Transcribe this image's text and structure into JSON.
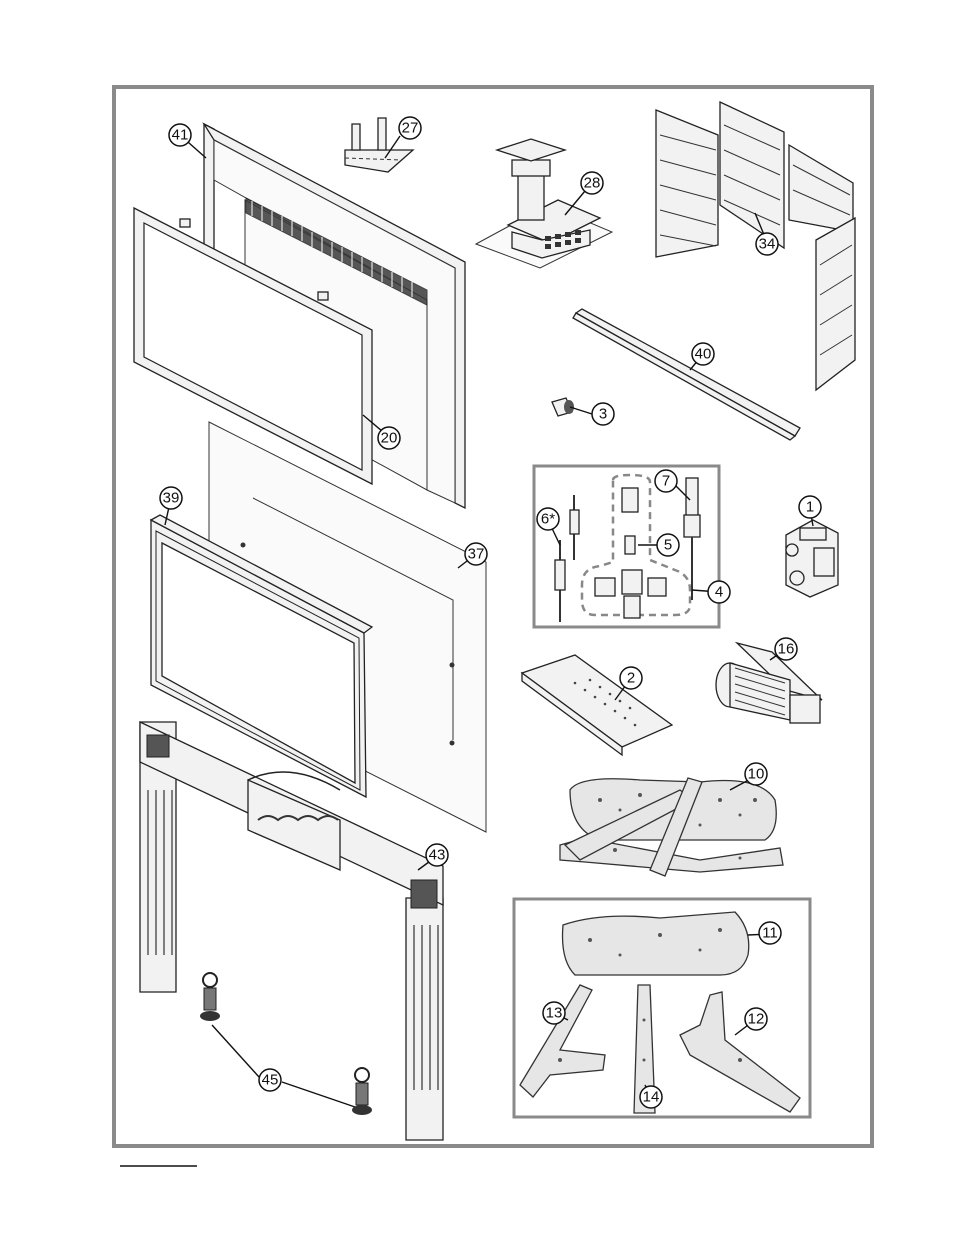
{
  "callouts": [
    {
      "id": "41",
      "label": "41"
    },
    {
      "id": "27",
      "label": "27"
    },
    {
      "id": "28",
      "label": "28"
    },
    {
      "id": "34",
      "label": "34"
    },
    {
      "id": "20",
      "label": "20"
    },
    {
      "id": "40",
      "label": "40"
    },
    {
      "id": "3",
      "label": "3"
    },
    {
      "id": "39",
      "label": "39"
    },
    {
      "id": "37",
      "label": "37"
    },
    {
      "id": "7",
      "label": "7"
    },
    {
      "id": "6",
      "label": "6*"
    },
    {
      "id": "5",
      "label": "5"
    },
    {
      "id": "4",
      "label": "4"
    },
    {
      "id": "1",
      "label": "1"
    },
    {
      "id": "2",
      "label": "2"
    },
    {
      "id": "16",
      "label": "16"
    },
    {
      "id": "10",
      "label": "10"
    },
    {
      "id": "43",
      "label": "43"
    },
    {
      "id": "11",
      "label": "11"
    },
    {
      "id": "13",
      "label": "13"
    },
    {
      "id": "12",
      "label": "12"
    },
    {
      "id": "14",
      "label": "14"
    },
    {
      "id": "45",
      "label": "45"
    }
  ],
  "colors": {
    "frame": "#8a8a8a",
    "line": "#111111",
    "fill": "#f2f2f2"
  }
}
